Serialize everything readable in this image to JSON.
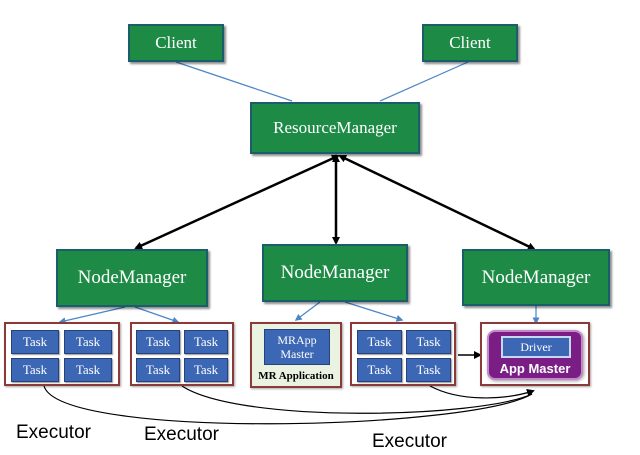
{
  "clients": [
    "Client",
    "Client"
  ],
  "resource_manager": "ResourceManager",
  "node_managers": [
    "NodeManager",
    "NodeManager",
    "NodeManager"
  ],
  "clusters": [
    {
      "tasks": [
        "Task",
        "Task",
        "Task",
        "Task"
      ]
    },
    {
      "tasks": [
        "Task",
        "Task",
        "Task",
        "Task"
      ]
    },
    {
      "mrapp_master": [
        "MRApp",
        "Master"
      ],
      "label": "MR Application"
    },
    {
      "tasks": [
        "Task",
        "Task",
        "Task",
        "Task"
      ]
    },
    {
      "driver": "Driver",
      "app_master": "App Master"
    }
  ],
  "executor_labels": [
    "Executor",
    "Executor",
    "Executor"
  ],
  "colors": {
    "manager_fill": "#1d8a45",
    "task_fill": "#3c67b4",
    "cluster_border": "#8b3a3a",
    "app_master_fill": "#7a1e86",
    "client_link": "#4a86c8"
  }
}
